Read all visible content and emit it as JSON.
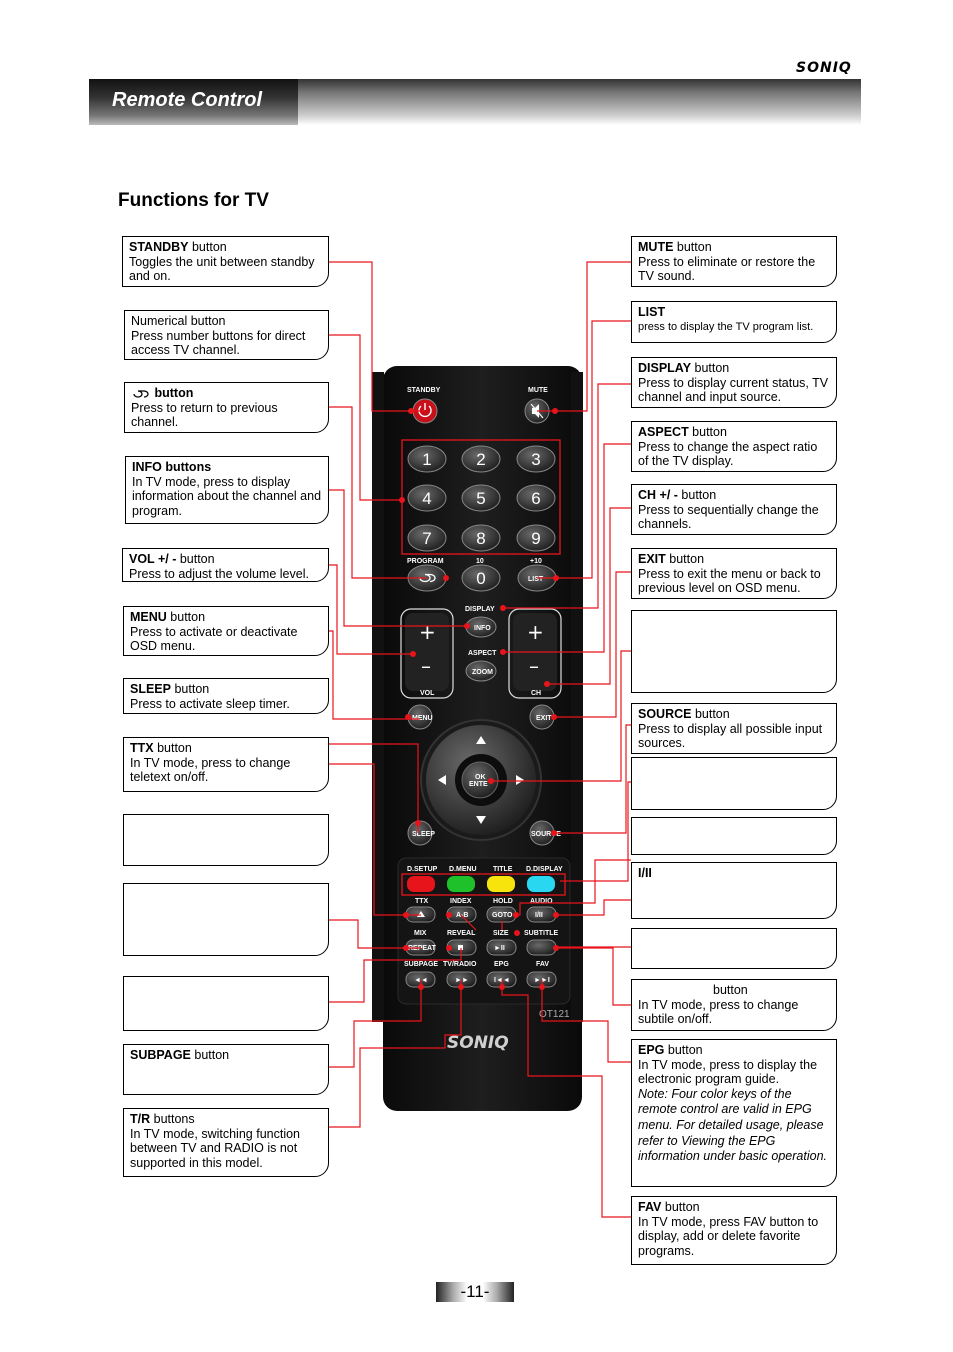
{
  "brand": "SONIQ",
  "header": {
    "title": "Remote Control"
  },
  "section_title": "Functions for TV",
  "left_boxes": {
    "standby": {
      "title": "STANDBY",
      "suffix": " button",
      "text": "Toggles the unit between standby and on."
    },
    "numerical": {
      "title": "Numerical button",
      "text": "Press number buttons for direct access TV channel."
    },
    "recall": {
      "icon": "recall-icon",
      "title": "button",
      "text": "Press to return to previous channel."
    },
    "info": {
      "title": "INFO buttons",
      "text": "In TV mode, press to display information about the channel and program."
    },
    "vol": {
      "title": "VOL +/ -",
      "suffix": "  button",
      "text": "Press to adjust the volume level."
    },
    "menu": {
      "title": "MENU",
      "suffix": " button",
      "text": "Press to activate or deactivate OSD menu."
    },
    "sleep": {
      "title": "SLEEP",
      "suffix": " button",
      "text": "Press to activate sleep timer."
    },
    "ttx": {
      "title": "TTX",
      "suffix": " button",
      "text": "In TV mode, press to change teletext on/off."
    },
    "subpage": {
      "title": "SUBPAGE",
      "suffix": " button"
    },
    "tr": {
      "title": "T/R",
      "suffix": " buttons",
      "text": "In TV mode, switching function between TV and RADIO is not supported in this model."
    }
  },
  "right_boxes": {
    "mute": {
      "title": "MUTE",
      "suffix": " button",
      "text": "Press to eliminate or restore the TV sound."
    },
    "list": {
      "title": "LIST",
      "text": "press to display the TV program list."
    },
    "display": {
      "title": "DISPLAY",
      "suffix": " button",
      "text": "Press to display current status, TV channel and input source."
    },
    "aspect": {
      "title": "ASPECT",
      "suffix": " button",
      "text": "Press to change the aspect ratio of the TV display."
    },
    "ch": {
      "title": "CH +/ -",
      "suffix": "   button",
      "text": "Press to sequentially change the channels."
    },
    "exit": {
      "title": "EXIT",
      "suffix": " button",
      "text": "Press to exit the menu or back to previous level on OSD menu."
    },
    "source": {
      "title": "SOURCE",
      "suffix": " button",
      "text": "Press to display all possible input sources."
    },
    "i_ii": {
      "title": "I/II"
    },
    "subtitle": {
      "suffix": "button",
      "text": "In TV mode, press to change subtile on/off."
    },
    "epg": {
      "title": "EPG",
      "suffix": " button",
      "text": "In TV mode, press to display the electronic program guide.",
      "note": "Note: Four color keys of the remote control are valid in EPG menu. For detailed usage, please refer to Viewing the EPG information under basic operation."
    },
    "fav": {
      "title": "FAV",
      "suffix": " button",
      "text": "In TV mode, press FAV button to display, add or delete favorite programs."
    }
  },
  "remote": {
    "model": "OT121",
    "brand": "SONIQ",
    "labels": {
      "standby": "STANDBY",
      "mute": "MUTE",
      "program": "PROGRAM",
      "ten": "10",
      "plus_ten": "+10",
      "display": "DISPLAY",
      "info": "INFO",
      "aspect": "ASPECT",
      "zoom": "ZOOM",
      "list": "LIST",
      "vol": "VOL",
      "ch": "CH",
      "menu": "MENU",
      "exit": "EXIT",
      "ok": "OK",
      "enter": "ENTE",
      "sleep": "SLEEP",
      "source": "SOURCE",
      "d_setup": "D.SETUP",
      "d_menu": "D.MENU",
      "title": "TITLE",
      "d_display": "D.DISPLAY",
      "ttx": "TTX",
      "index": "INDEX",
      "hold": "HOLD",
      "audio": "AUDIO",
      "ab": "A-B",
      "goto": "GOTO",
      "i_ii": "I/II",
      "mix": "MIX",
      "reveal": "REVEAL",
      "size": "SIZE",
      "subtitle": "SUBTITLE",
      "repeat": "REPEAT",
      "subpage": "SUBPAGE",
      "tv_radio": "TV/RADIO",
      "epg": "EPG",
      "fav": "FAV"
    },
    "digits": [
      "1",
      "2",
      "3",
      "4",
      "5",
      "6",
      "7",
      "8",
      "9",
      "0"
    ],
    "colors": {
      "red": "#e8141c",
      "green": "#1fc12a",
      "yellow": "#f6e40c",
      "cyan": "#29d8f0",
      "line": "#e8141c"
    }
  },
  "page_number": "-11-"
}
